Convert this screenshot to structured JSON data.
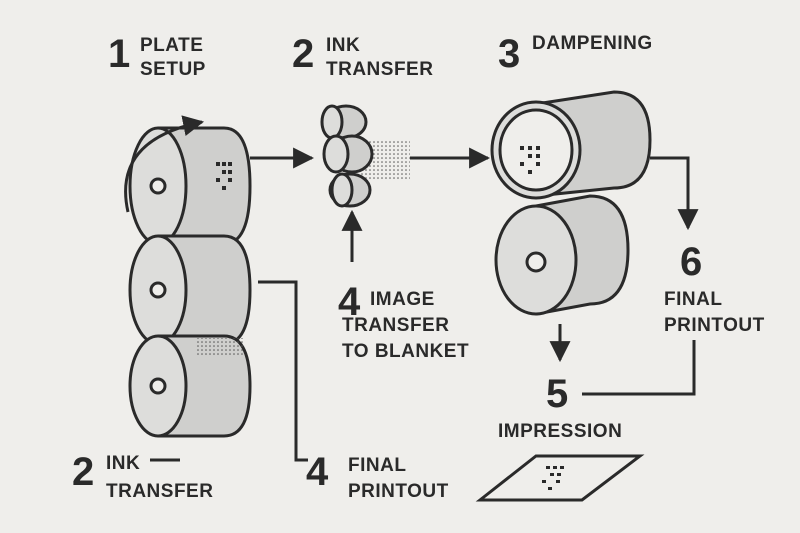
{
  "steps": {
    "plate_setup": {
      "number": "1",
      "line1": "PLATE",
      "line2": "SETUP"
    },
    "ink_transfer_top": {
      "number": "2",
      "line1": "INK",
      "line2": "TRANSFER"
    },
    "dampening": {
      "number": "3",
      "line1": "DAMPENING"
    },
    "image_transfer": {
      "number": "4",
      "line1": "IMAGE",
      "line2": "TRANSFER",
      "line3": "TO BLANKET"
    },
    "impression": {
      "number": "5",
      "line1": "IMPRESSION"
    },
    "final_printout_right": {
      "number": "6",
      "line1": "FINAL",
      "line2": "PRINTOUT"
    },
    "ink_transfer_bottom": {
      "number": "2",
      "line1": "INK",
      "line2": "TRANSFER"
    },
    "final_printout_bottom": {
      "number": "4",
      "line1": "FINAL",
      "line2": "PRINTOUT"
    }
  },
  "colors": {
    "background": "#efeeeb",
    "roller_fill": "#cfcfcd",
    "roller_face": "#dddddb",
    "stroke": "#2a2a2a"
  }
}
